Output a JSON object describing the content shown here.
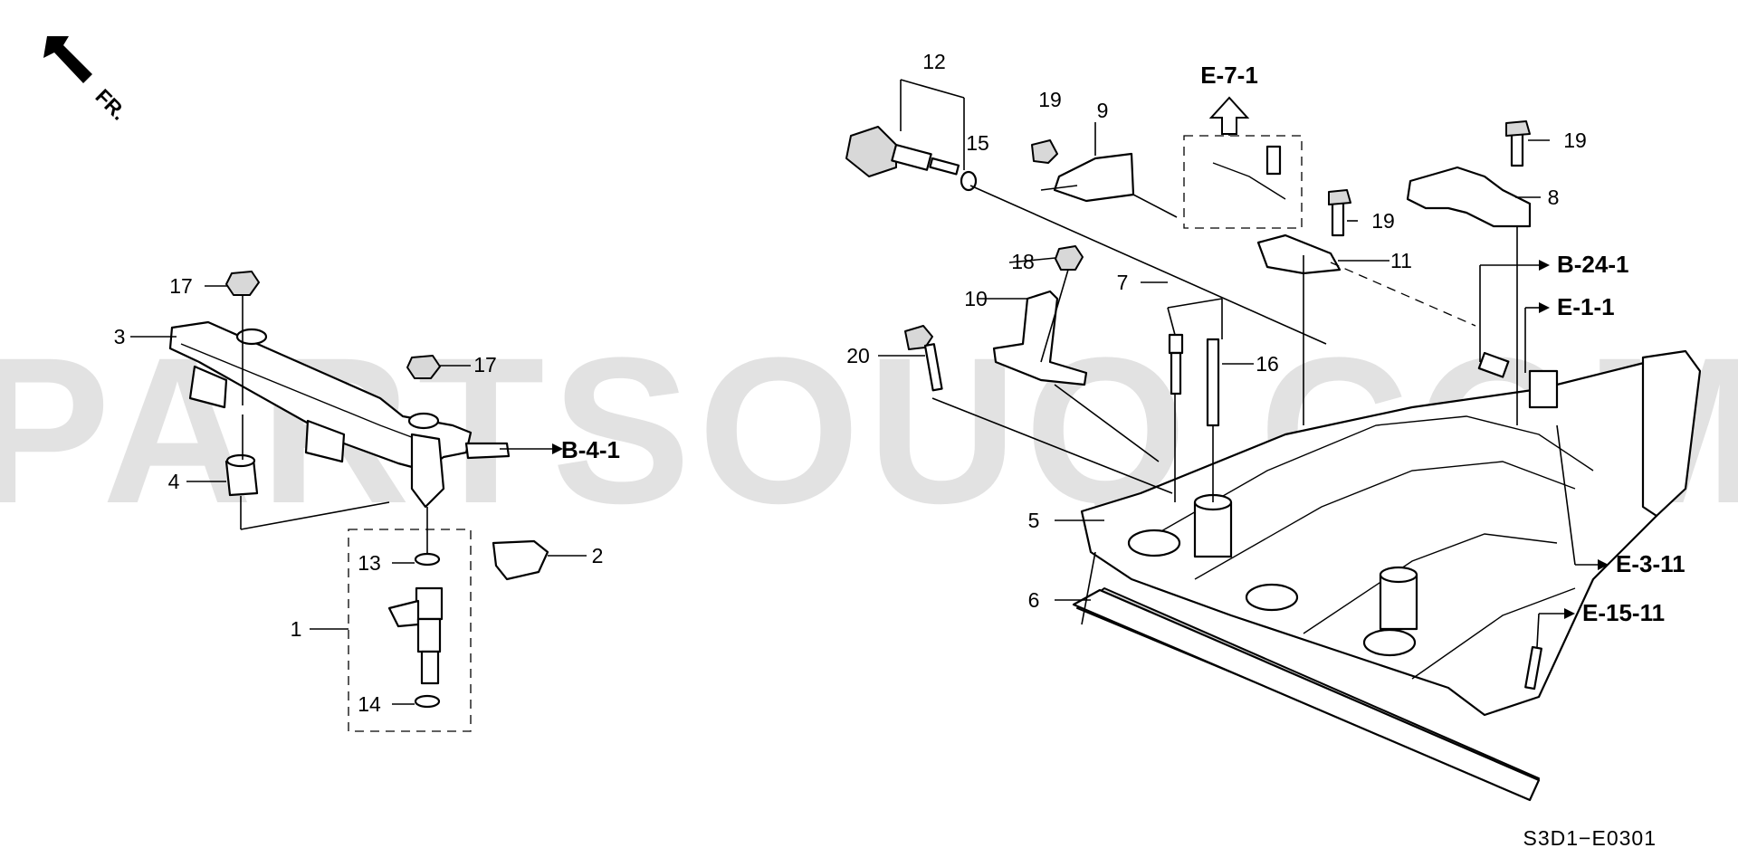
{
  "watermark": "PARTSOUQ.COM",
  "direction": "FR.",
  "diagram_code": "S3D1−E0301",
  "callouts": {
    "c1": "1",
    "c2": "2",
    "c3": "3",
    "c4": "4",
    "c5": "5",
    "c6": "6",
    "c7": "7",
    "c8": "8",
    "c9": "9",
    "c10": "10",
    "c11": "11",
    "c12": "12",
    "c13": "13",
    "c14": "14",
    "c15": "15",
    "c16": "16",
    "c17a": "17",
    "c17b": "17",
    "c18": "18",
    "c19a": "19",
    "c19b": "19",
    "c19c": "19",
    "c20": "20"
  },
  "refs": {
    "b41": "B-4-1",
    "e71": "E-7-1",
    "b241": "B-24-1",
    "e11": "E-1-1",
    "e311": "E-3-11",
    "e1511": "E-15-11"
  }
}
